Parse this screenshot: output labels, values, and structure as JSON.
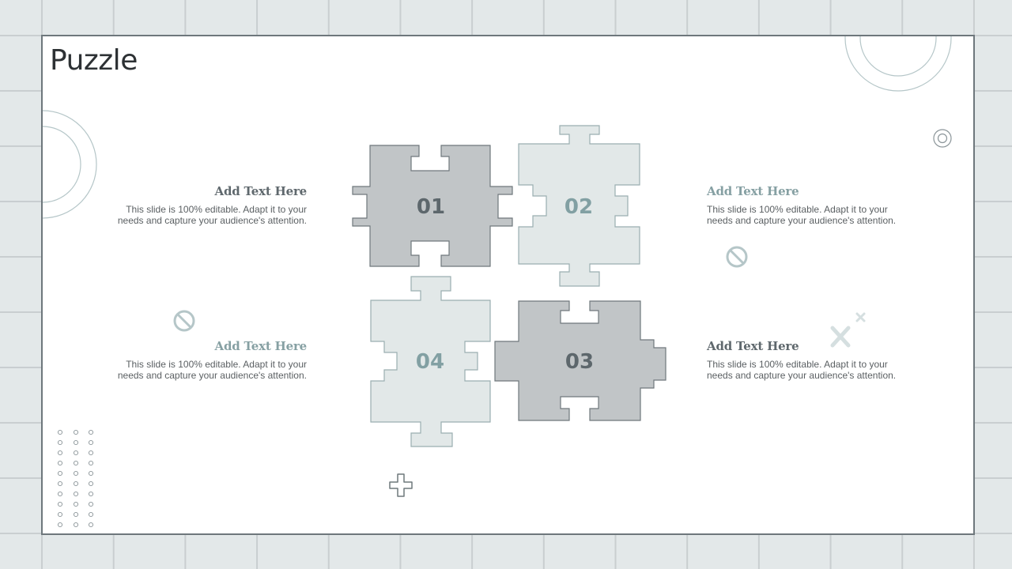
{
  "slide": {
    "title": "Puzzle"
  },
  "pieces": [
    {
      "id": "piece-01",
      "number": "01",
      "fill": "#c1c5c7",
      "stroke": "#6f787c",
      "text_color": "#5d676c"
    },
    {
      "id": "piece-02",
      "number": "02",
      "fill": "#e2e8e8",
      "stroke": "#9aaeb0",
      "text_color": "#82a0a3"
    },
    {
      "id": "piece-03",
      "number": "03",
      "fill": "#c1c5c7",
      "stroke": "#6f787c",
      "text_color": "#5d676c"
    },
    {
      "id": "piece-04",
      "number": "04",
      "fill": "#e2e8e8",
      "stroke": "#9aaeb0",
      "text_color": "#82a0a3"
    }
  ],
  "text_blocks": [
    {
      "heading": "Add Text Here",
      "body": "This slide is 100% editable. Adapt it to your needs and capture your audience's attention."
    },
    {
      "heading": "Add Text Here",
      "body": "This slide is 100% editable. Adapt it to your needs and capture your audience's attention."
    },
    {
      "heading": "Add Text Here",
      "body": "This slide is 100% editable. Adapt it to your needs and capture your audience's attention."
    },
    {
      "heading": "Add Text Here",
      "body": "This slide is 100% editable. Adapt it to your needs and capture your audience's attention."
    }
  ],
  "colors": {
    "background": "#e3e8e9",
    "grid_line": "#c9ced0",
    "slide_border": "#6e777c",
    "dark_accent": "#5f686d",
    "teal_accent": "#86a0a3",
    "decor": "#b5c6c8"
  },
  "decorations": {
    "icons": [
      "circle-outline-icon",
      "target-icon",
      "prohibit-icon",
      "cross-icon",
      "plus-icon",
      "dot-grid-icon"
    ]
  }
}
